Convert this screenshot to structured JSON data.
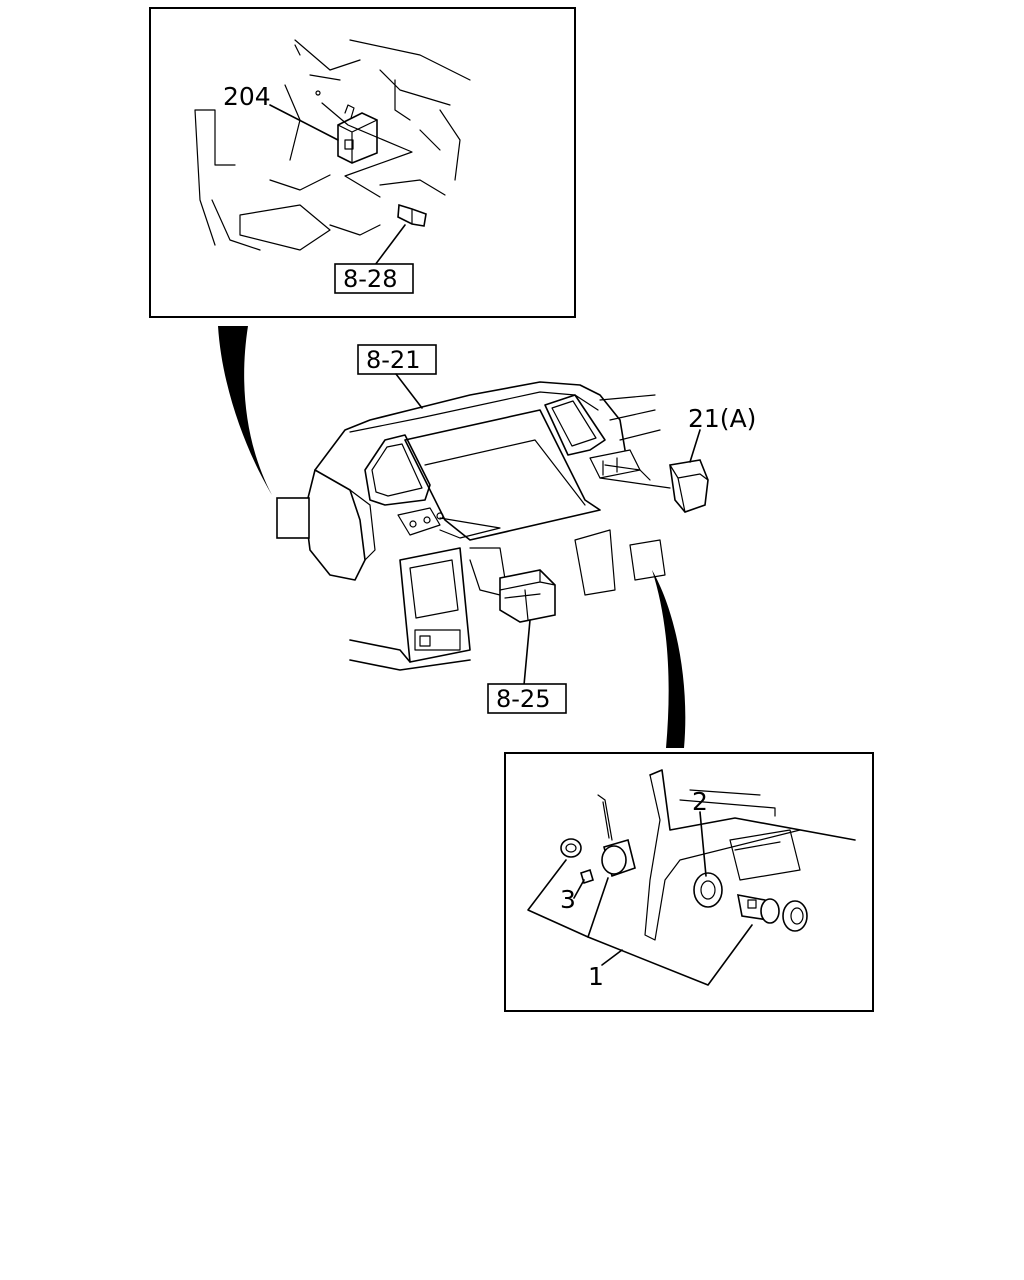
{
  "references": {
    "ref_8_28": "8-28",
    "ref_8_21": "8-21",
    "ref_8_25": "8-25"
  },
  "callouts": {
    "c204": "204",
    "c21a": "21(A)",
    "c2": "2",
    "c3": "3",
    "c1": "1"
  }
}
